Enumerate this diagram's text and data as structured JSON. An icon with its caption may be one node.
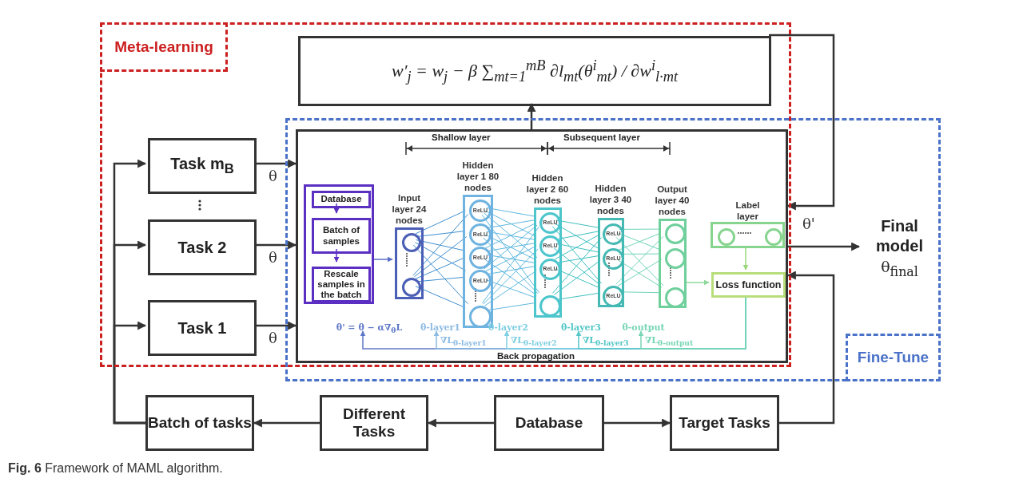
{
  "diagram": {
    "caption": "**Fig. 6** Framework of MAML algorithm.",
    "nodes": [
      {
        "text": [
          "Meta-learning"
        ]
      },
      {
        "text": [
          "Fine-Tune"
        ]
      },
      {
        "text": [
          "w′$_{j}$ = w$_{j}$ − β ∑$_{mt=1}$$^{mB}$ ∂l$_{mt}$(θ$^{i}$$_{mt}$) / ∂w$^{i}$$_{l·mt}$"
        ],
        "in": 0
      },
      {
        "text": [
          "Task m$_{B}$"
        ],
        "in": 0
      },
      {
        "text": [
          "Task 2"
        ],
        "in": 0
      },
      {
        "text": [
          "Task 1"
        ],
        "in": 0
      },
      {
        "text": [],
        "shape": "box"
      },
      {
        "text": [],
        "shape": "box",
        "in": 6
      },
      {
        "text": [
          "Database"
        ],
        "in": 7
      },
      {
        "text": [
          "Batch of samples"
        ],
        "in": 7
      },
      {
        "text": [
          "Rescale samples in the batch"
        ],
        "in": 7
      },
      {
        "text": [],
        "shape": "box",
        "beside": [
          "Input layer 24 nodes"
        ],
        "in": 6
      },
      {
        "text": [],
        "shape": "circle",
        "in": 11
      },
      {
        "text": [],
        "shape": "circle",
        "in": 11
      },
      {
        "text": [],
        "shape": "box",
        "beside": [
          "Hidden layer 1 80 nodes"
        ],
        "in": 6
      },
      {
        "text": [
          "ReLU"
        ],
        "in": 14
      },
      {
        "text": [
          "ReLU"
        ],
        "in": 14
      },
      {
        "text": [
          "ReLU"
        ],
        "in": 14
      },
      {
        "text": [
          "ReLU"
        ],
        "in": 14
      },
      {
        "text": [],
        "shape": "circle",
        "in": 14
      },
      {
        "text": [],
        "shape": "box",
        "beside": [
          "Hidden layer 2 60 nodes"
        ],
        "in": 6
      },
      {
        "text": [
          "ReLU"
        ],
        "in": 20
      },
      {
        "text": [
          "ReLU"
        ],
        "in": 20
      },
      {
        "text": [
          "ReLU"
        ],
        "in": 20
      },
      {
        "text": [],
        "shape": "circle",
        "in": 20
      },
      {
        "text": [],
        "shape": "box",
        "beside": [
          "Hidden layer 3 40 nodes"
        ],
        "in": 6
      },
      {
        "text": [
          "ReLU"
        ],
        "in": 25
      },
      {
        "text": [
          "ReLU"
        ],
        "in": 25
      },
      {
        "text": [
          "ReLU"
        ],
        "in": 25
      },
      {
        "text": [],
        "shape": "box",
        "beside": [
          "Output layer 40 nodes"
        ],
        "in": 6
      },
      {
        "text": [],
        "shape": "circle",
        "in": 29
      },
      {
        "text": [],
        "shape": "circle",
        "in": 29
      },
      {
        "text": [],
        "shape": "circle",
        "in": 29
      },
      {
        "text": [],
        "shape": "box",
        "beside": [
          "Label layer"
        ],
        "in": 6
      },
      {
        "text": [],
        "shape": "circle",
        "in": 33
      },
      {
        "text": [],
        "shape": "circle",
        "in": 33
      },
      {
        "text": [
          "Loss function"
        ],
        "in": 6
      },
      {
        "text": [
          "θ' = θ − α∇$_{θ}$L"
        ],
        "in": 6
      },
      {
        "text": [
          "θ-layer1"
        ],
        "in": 6
      },
      {
        "text": [
          "θ-layer2"
        ],
        "in": 6
      },
      {
        "text": [
          "θ-layer3"
        ],
        "in": 6
      },
      {
        "text": [
          "θ-output"
        ],
        "in": 6
      },
      {
        "text": [
          "Final model",
          "θ$_{final}$"
        ],
        "in": 1
      },
      {
        "text": [
          "Batch of tasks"
        ]
      },
      {
        "text": [
          "Different Tasks"
        ]
      },
      {
        "text": [
          "Database"
        ]
      },
      {
        "text": [
          "Target Tasks"
        ]
      }
    ],
    "edges": [
      {
        "from": 43,
        "to": 3,
        "arrow": "to",
        "color": "#333333"
      },
      {
        "from": 43,
        "to": 4,
        "arrow": "to",
        "color": "#333333"
      },
      {
        "from": 43,
        "to": 5,
        "arrow": "to",
        "color": "#333333"
      },
      {
        "from": 3,
        "to": 6,
        "arrow": "to",
        "label": "θ",
        "color": "#333333"
      },
      {
        "from": 4,
        "to": 6,
        "arrow": "to",
        "label": "θ",
        "color": "#333333"
      },
      {
        "from": 5,
        "to": 6,
        "arrow": "to",
        "label": "θ",
        "color": "#333333"
      },
      {
        "from": 6,
        "to": 2,
        "arrow": "to",
        "color": "#333333"
      },
      {
        "from": 2,
        "to": 6,
        "arrow": "to",
        "color": "#333333"
      },
      {
        "from": 6,
        "to": 42,
        "arrow": "to",
        "label": "θ'",
        "color": "#333333"
      },
      {
        "from": 46,
        "to": 6,
        "arrow": "to",
        "color": "#333333"
      },
      {
        "from": 45,
        "to": 44,
        "arrow": "to",
        "color": "#333333"
      },
      {
        "from": 45,
        "to": 46,
        "arrow": "to",
        "color": "#333333"
      },
      {
        "from": 44,
        "to": 43,
        "arrow": "to",
        "color": "#333333"
      },
      {
        "from": 8,
        "to": 9,
        "arrow": "to",
        "color": "#5a2fc2"
      },
      {
        "from": 9,
        "to": 10,
        "arrow": "to",
        "color": "#5a2fc2"
      },
      {
        "from": 7,
        "to": 11,
        "arrow": "to",
        "color": "#5a6fc8"
      },
      {
        "from": 33,
        "to": 36,
        "arrow": "to",
        "color": "#9ad87a"
      },
      {
        "from": 29,
        "to": 36,
        "arrow": "to",
        "color": "#8fd89a"
      },
      {
        "from": 36,
        "to": 37,
        "arrow": "to",
        "color": "#5f78c8"
      },
      {
        "from": 36,
        "to": 38,
        "arrow": "to",
        "label": "∇L$_{θ-layer1}$",
        "color": "#8cbbe3"
      },
      {
        "from": 36,
        "to": 39,
        "arrow": "to",
        "label": "∇L$_{θ-layer2}$",
        "color": "#7fcfe3"
      },
      {
        "from": 36,
        "to": 40,
        "arrow": "to",
        "label": "∇L$_{θ-layer3}$",
        "color": "#55c7c7"
      },
      {
        "from": 36,
        "to": 41,
        "arrow": "to",
        "label": "∇L$_{θ-output}$",
        "color": "#78d6b6"
      },
      {
        "from": 12,
        "to": 15,
        "arrow": "none",
        "color": "#3f8fd0"
      },
      {
        "from": 12,
        "to": 16,
        "arrow": "none",
        "color": "#3f8fd0"
      },
      {
        "from": 12,
        "to": 17,
        "arrow": "none",
        "color": "#3f8fd0"
      },
      {
        "from": 12,
        "to": 18,
        "arrow": "none",
        "color": "#3f8fd0"
      },
      {
        "from": 12,
        "to": 19,
        "arrow": "none",
        "color": "#3f8fd0"
      },
      {
        "from": 13,
        "to": 15,
        "arrow": "none",
        "color": "#3f8fd0"
      },
      {
        "from": 13,
        "to": 16,
        "arrow": "none",
        "color": "#3f8fd0"
      },
      {
        "from": 13,
        "to": 17,
        "arrow": "none",
        "color": "#3f8fd0"
      },
      {
        "from": 13,
        "to": 18,
        "arrow": "none",
        "color": "#3f8fd0"
      },
      {
        "from": 13,
        "to": 19,
        "arrow": "none",
        "color": "#3f8fd0"
      },
      {
        "from": 15,
        "to": 21,
        "arrow": "none",
        "color": "#5fb8e0"
      },
      {
        "from": 15,
        "to": 22,
        "arrow": "none",
        "color": "#5fb8e0"
      },
      {
        "from": 15,
        "to": 23,
        "arrow": "none",
        "color": "#5fb8e0"
      },
      {
        "from": 15,
        "to": 24,
        "arrow": "none",
        "color": "#5fb8e0"
      },
      {
        "from": 16,
        "to": 21,
        "arrow": "none",
        "color": "#5fb8e0"
      },
      {
        "from": 16,
        "to": 22,
        "arrow": "none",
        "color": "#5fb8e0"
      },
      {
        "from": 16,
        "to": 23,
        "arrow": "none",
        "color": "#5fb8e0"
      },
      {
        "from": 16,
        "to": 24,
        "arrow": "none",
        "color": "#5fb8e0"
      },
      {
        "from": 17,
        "to": 21,
        "arrow": "none",
        "color": "#5fb8e0"
      },
      {
        "from": 17,
        "to": 22,
        "arrow": "none",
        "color": "#5fb8e0"
      },
      {
        "from": 17,
        "to": 23,
        "arrow": "none",
        "color": "#5fb8e0"
      },
      {
        "from": 17,
        "to": 24,
        "arrow": "none",
        "color": "#5fb8e0"
      },
      {
        "from": 18,
        "to": 21,
        "arrow": "none",
        "color": "#5fb8e0"
      },
      {
        "from": 18,
        "to": 22,
        "arrow": "none",
        "color": "#5fb8e0"
      },
      {
        "from": 18,
        "to": 23,
        "arrow": "none",
        "color": "#5fb8e0"
      },
      {
        "from": 18,
        "to": 24,
        "arrow": "none",
        "color": "#5fb8e0"
      },
      {
        "from": 19,
        "to": 21,
        "arrow": "none",
        "color": "#5fb8e0"
      },
      {
        "from": 19,
        "to": 22,
        "arrow": "none",
        "color": "#5fb8e0"
      },
      {
        "from": 19,
        "to": 23,
        "arrow": "none",
        "color": "#5fb8e0"
      },
      {
        "from": 19,
        "to": 24,
        "arrow": "none",
        "color": "#5fb8e0"
      },
      {
        "from": 21,
        "to": 26,
        "arrow": "none",
        "color": "#3fbfc0"
      },
      {
        "from": 21,
        "to": 27,
        "arrow": "none",
        "color": "#3fbfc0"
      },
      {
        "from": 21,
        "to": 28,
        "arrow": "none",
        "color": "#3fbfc0"
      },
      {
        "from": 22,
        "to": 26,
        "arrow": "none",
        "color": "#3fbfc0"
      },
      {
        "from": 22,
        "to": 27,
        "arrow": "none",
        "color": "#3fbfc0"
      },
      {
        "from": 22,
        "to": 28,
        "arrow": "none",
        "color": "#3fbfc0"
      },
      {
        "from": 23,
        "to": 26,
        "arrow": "none",
        "color": "#3fbfc0"
      },
      {
        "from": 23,
        "to": 27,
        "arrow": "none",
        "color": "#3fbfc0"
      },
      {
        "from": 23,
        "to": 28,
        "arrow": "none",
        "color": "#3fbfc0"
      },
      {
        "from": 24,
        "to": 26,
        "arrow": "none",
        "color": "#3fbfc0"
      },
      {
        "from": 24,
        "to": 27,
        "arrow": "none",
        "color": "#3fbfc0"
      },
      {
        "from": 24,
        "to": 28,
        "arrow": "none",
        "color": "#3fbfc0"
      },
      {
        "from": 26,
        "to": 30,
        "arrow": "none",
        "color": "#70d4b8"
      },
      {
        "from": 26,
        "to": 31,
        "arrow": "none",
        "color": "#70d4b8"
      },
      {
        "from": 26,
        "to": 32,
        "arrow": "none",
        "color": "#70d4b8"
      },
      {
        "from": 27,
        "to": 30,
        "arrow": "none",
        "color": "#70d4b8"
      },
      {
        "from": 27,
        "to": 31,
        "arrow": "none",
        "color": "#70d4b8"
      },
      {
        "from": 27,
        "to": 32,
        "arrow": "none",
        "color": "#70d4b8"
      },
      {
        "from": 28,
        "to": 30,
        "arrow": "none",
        "color": "#70d4b8"
      },
      {
        "from": 28,
        "to": 31,
        "arrow": "none",
        "color": "#70d4b8"
      },
      {
        "from": 28,
        "to": 32,
        "arrow": "none",
        "color": "#70d4b8"
      }
    ],
    "labels": [
      "Shallow layer",
      "Subsequent layer",
      "Back propagation"
    ]
  }
}
